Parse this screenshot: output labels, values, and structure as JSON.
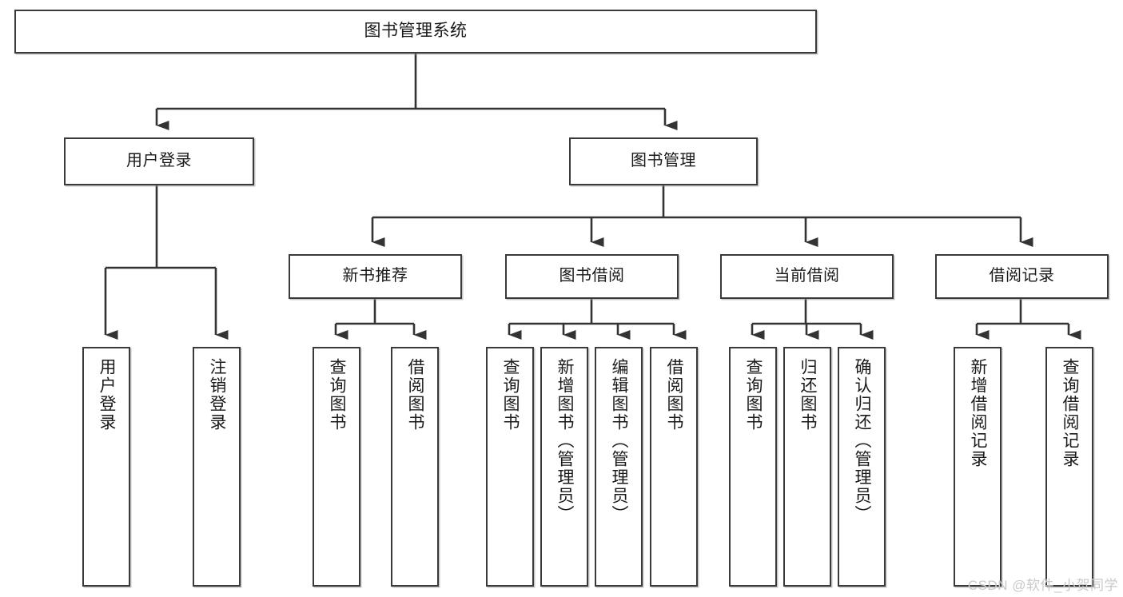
{
  "diagram": {
    "title": "图书管理系统",
    "watermark": "CSDN @软件_小贺同学",
    "accent_border": "#3a3a3a",
    "background": "#ffffff",
    "node_fill": "#ffffff",
    "text_color": "#1a1a1a"
  },
  "nodes": {
    "root": {
      "label": "图书管理系统"
    },
    "level1": [
      {
        "label": "用户登录"
      },
      {
        "label": "图书管理"
      }
    ],
    "level2": [
      {
        "label": "新书推荐"
      },
      {
        "label": "图书借阅"
      },
      {
        "label": "当前借阅"
      },
      {
        "label": "借阅记录"
      }
    ],
    "leaves": {
      "user_login": [
        {
          "label": "用户登录"
        },
        {
          "label": "注销登录"
        }
      ],
      "new_book_recommend": [
        {
          "label": "查询图书"
        },
        {
          "label": "借阅图书"
        }
      ],
      "book_borrow": [
        {
          "label": "查询图书"
        },
        {
          "label": "新增图书（管理员）"
        },
        {
          "label": "编辑图书（管理员）"
        },
        {
          "label": "借阅图书"
        }
      ],
      "current_borrow": [
        {
          "label": "查询图书"
        },
        {
          "label": "归还图书"
        },
        {
          "label": "确认归还（管理员）"
        }
      ],
      "borrow_record": [
        {
          "label": "新增借阅记录"
        },
        {
          "label": "查询借阅记录"
        }
      ]
    }
  }
}
